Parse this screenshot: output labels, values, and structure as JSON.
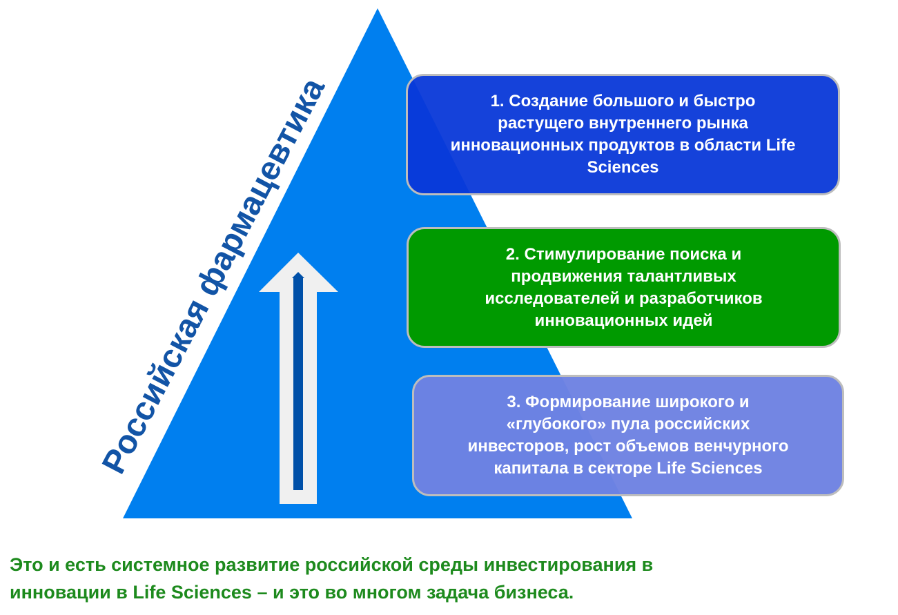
{
  "pyramid": {
    "label": "Российская фармацевтика",
    "color": "#007fef"
  },
  "boxes": [
    {
      "lines": [
        "1. Создание большого и быстро",
        "растущего внутреннего рынка",
        "инновационных продуктов в области Life",
        "Sciences"
      ],
      "color": "#0838d8"
    },
    {
      "lines": [
        "2. Стимулирование поиска и",
        "продвижения талантливых",
        "исследователей и разработчиков",
        "инновационных идей"
      ],
      "color": "#009a00"
    },
    {
      "lines": [
        "3. Формирование широкого и",
        "«глубокого»  пула российских",
        "инвесторов,  рост объемов венчурного",
        "капитала в секторе Life Sciences"
      ],
      "color": "#6e82e2"
    }
  ],
  "footer": {
    "lines": [
      "Это и есть системное развитие российской среды инвестирования в",
      "инновации в Life Sciences – и это во многом задача бизнеса."
    ],
    "color": "#1d8a1d"
  }
}
